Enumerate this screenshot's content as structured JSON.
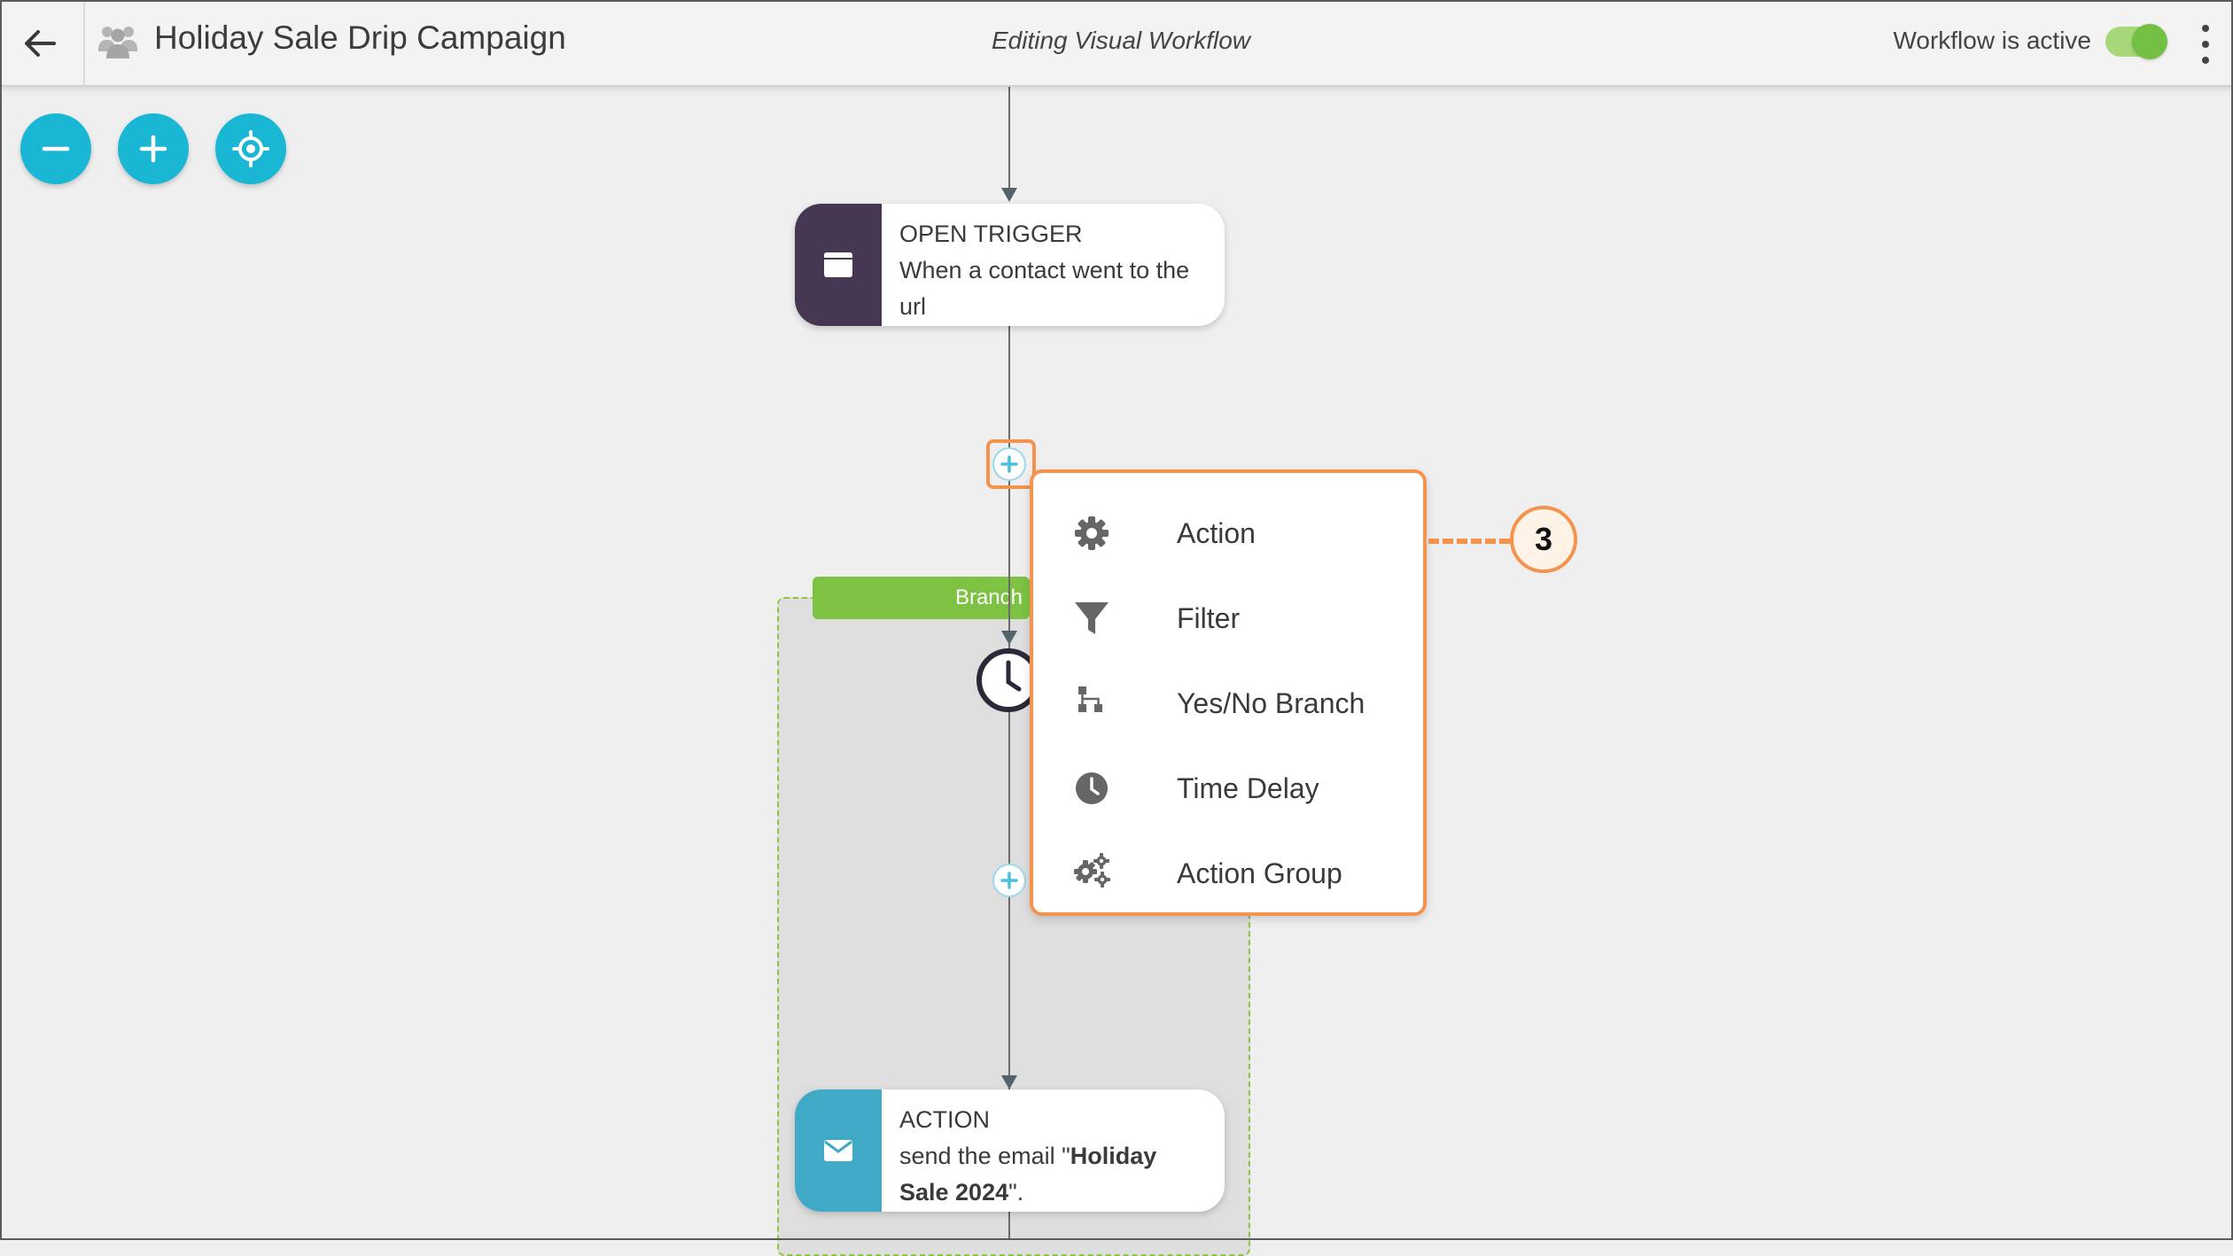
{
  "header": {
    "title": "Holiday Sale Drip Campaign",
    "editing_label": "Editing Visual Workflow",
    "active_label": "Workflow is active",
    "workflow_active": true
  },
  "canvas_controls": [
    {
      "name": "zoom-out-button",
      "icon": "minus-icon"
    },
    {
      "name": "zoom-in-button",
      "icon": "plus-icon"
    },
    {
      "name": "center-button",
      "icon": "target-icon"
    }
  ],
  "nodes": {
    "trigger": {
      "heading": "OPEN TRIGGER",
      "text": "When a contact went to the url",
      "icon": "browser-window-icon",
      "color": "#463852"
    },
    "action": {
      "heading": "ACTION",
      "text_prefix": "send the email \"",
      "text_bold": "Holiday Sale 2024",
      "text_suffix": "\".",
      "icon": "envelope-icon",
      "color": "#40a9c5"
    }
  },
  "branch": {
    "label": "Branch",
    "color": "#7dc242"
  },
  "menu": {
    "items": [
      {
        "label": "Action",
        "icon": "gear-icon"
      },
      {
        "label": "Filter",
        "icon": "funnel-icon"
      },
      {
        "label": "Yes/No Branch",
        "icon": "branch-icon"
      },
      {
        "label": "Time Delay",
        "icon": "clock-icon"
      },
      {
        "label": "Action Group",
        "icon": "gears-icon"
      }
    ]
  },
  "callout": {
    "number": "3",
    "color": "#f4934e"
  }
}
